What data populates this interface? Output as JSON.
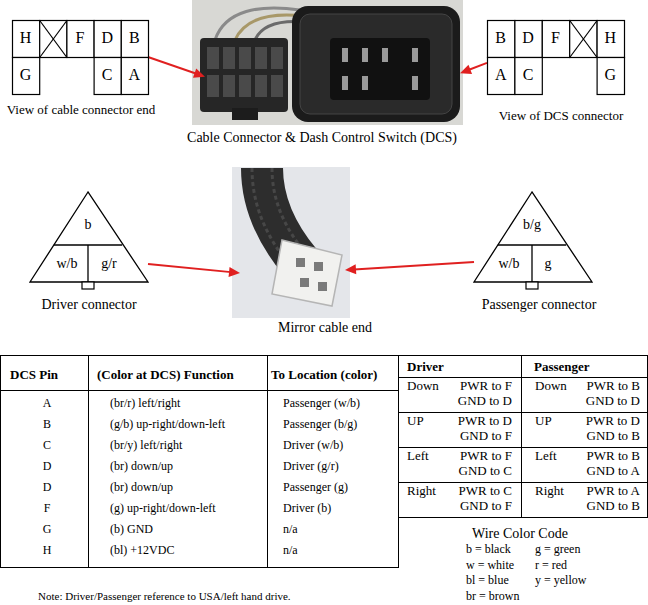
{
  "diagram": {
    "nodes": [
      {
        "text": [
          "H",
          "F",
          "D",
          "B",
          "G",
          "C",
          "A",
          "View of cable connector end"
        ]
      },
      {
        "text": [
          "Cable Connector & Dash Control Switch (DCS)"
        ]
      },
      {
        "text": [
          "B",
          "D",
          "F",
          "H",
          "A",
          "C",
          "G",
          "View of DCS connector"
        ]
      },
      {
        "text": [
          "b",
          "w/b",
          "g/r",
          "Driver connector"
        ]
      },
      {
        "text": [
          "Mirror cable end"
        ]
      },
      {
        "text": [
          "b/g",
          "w/b",
          "g",
          "Passenger connector"
        ]
      }
    ],
    "edges": [
      {
        "from": 0,
        "to": 1,
        "arrow": "to"
      },
      {
        "from": 2,
        "to": 1,
        "arrow": "to"
      },
      {
        "from": 3,
        "to": 4,
        "arrow": "to"
      },
      {
        "from": 5,
        "to": 4,
        "arrow": "to"
      }
    ],
    "labels": [
      "DCS Pin",
      "(Color at DCS) Function",
      "To Location (color)",
      "A",
      "(br/r) left/right",
      "Passenger (w/b)",
      "B",
      "(g/b) up-right/down-left",
      "Passenger (b/g)",
      "C",
      "(br/y) left/right",
      "Driver (w/b)",
      "D",
      "(br) down/up",
      "Driver (g/r)",
      "D",
      "(br) down/up",
      "Passenger (g)",
      "F",
      "(g) up-right/down-left",
      "Driver (b)",
      "G",
      "(b) GND",
      "n/a",
      "H",
      "(bl) +12VDC",
      "n/a",
      "Driver",
      "Passenger",
      "Down",
      "PWR to F",
      "GND to D",
      "Down",
      "PWR to B",
      "GND to D",
      "UP",
      "PWR to D",
      "GND to F",
      "UP",
      "PWR to D",
      "GND to B",
      "Left",
      "PWR to F",
      "GND to C",
      "Left",
      "PWR to B",
      "GND to A",
      "Right",
      "PWR to C",
      "GND to F",
      "Right",
      "PWR to A",
      "GND to B",
      "Wire Color Code",
      "b = black",
      "g = green",
      "w = white",
      "r = red",
      "bl = blue",
      "y = yellow",
      "br = brown",
      "Note: Driver/Passenger reference to USA/left hand drive."
    ]
  }
}
